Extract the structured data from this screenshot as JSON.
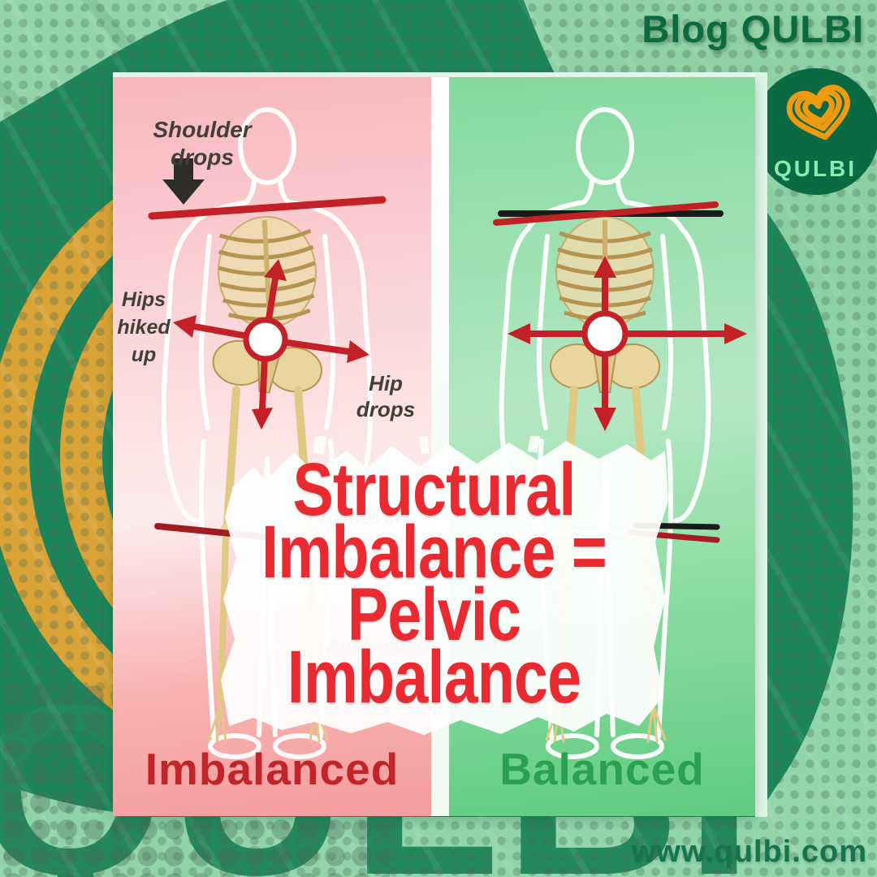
{
  "brand": {
    "header": "Blog QULBI",
    "logo_text": "QULBI",
    "website": "www.qulbi.com",
    "watermark": "QULBI"
  },
  "title": {
    "line1": "Structural",
    "line2": "Imbalance =",
    "line3": "Pelvic",
    "line4": "Imbalance"
  },
  "left_panel": {
    "label": "Imbalanced",
    "annotations": {
      "shoulder": "Shoulder drops",
      "hips": "Hips hiked up",
      "hip_drops": "Hip drops",
      "faded_knee": "rotates in",
      "faded_ankle": "Ankle everts"
    }
  },
  "right_panel": {
    "label": "Balanced"
  },
  "colors": {
    "background_light_green": "#8bd0a2",
    "background_dark_green": "#1d855a",
    "gold_arc": "#d9a335",
    "brand_dark_green": "#0c6a3e",
    "logo_orange": "#f09a12",
    "panel_pink": "#f8b7bb",
    "panel_green": "#84d9a0",
    "title_red": "#e92a30",
    "imbalanced_red": "#c2242a",
    "balanced_green": "#2aa14e",
    "annotation_line_red": "#c32127",
    "annotation_line_black": "#1a1a1a",
    "bone_tan": "#e9d69f"
  }
}
